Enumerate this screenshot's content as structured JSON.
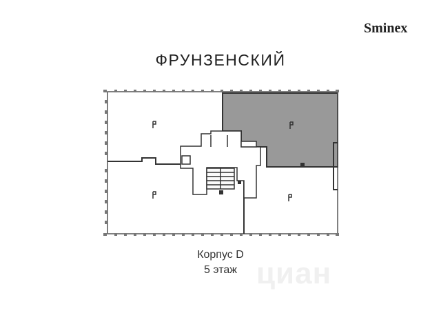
{
  "brand": {
    "logo_text": "Sminex"
  },
  "plan": {
    "title": "ФРУНЗЕНСКИЙ",
    "building": "Корпус D",
    "floor": "5 этаж",
    "highlight_color": "#999999",
    "wall_color": "#333333"
  },
  "watermark": {
    "text": "циан"
  }
}
